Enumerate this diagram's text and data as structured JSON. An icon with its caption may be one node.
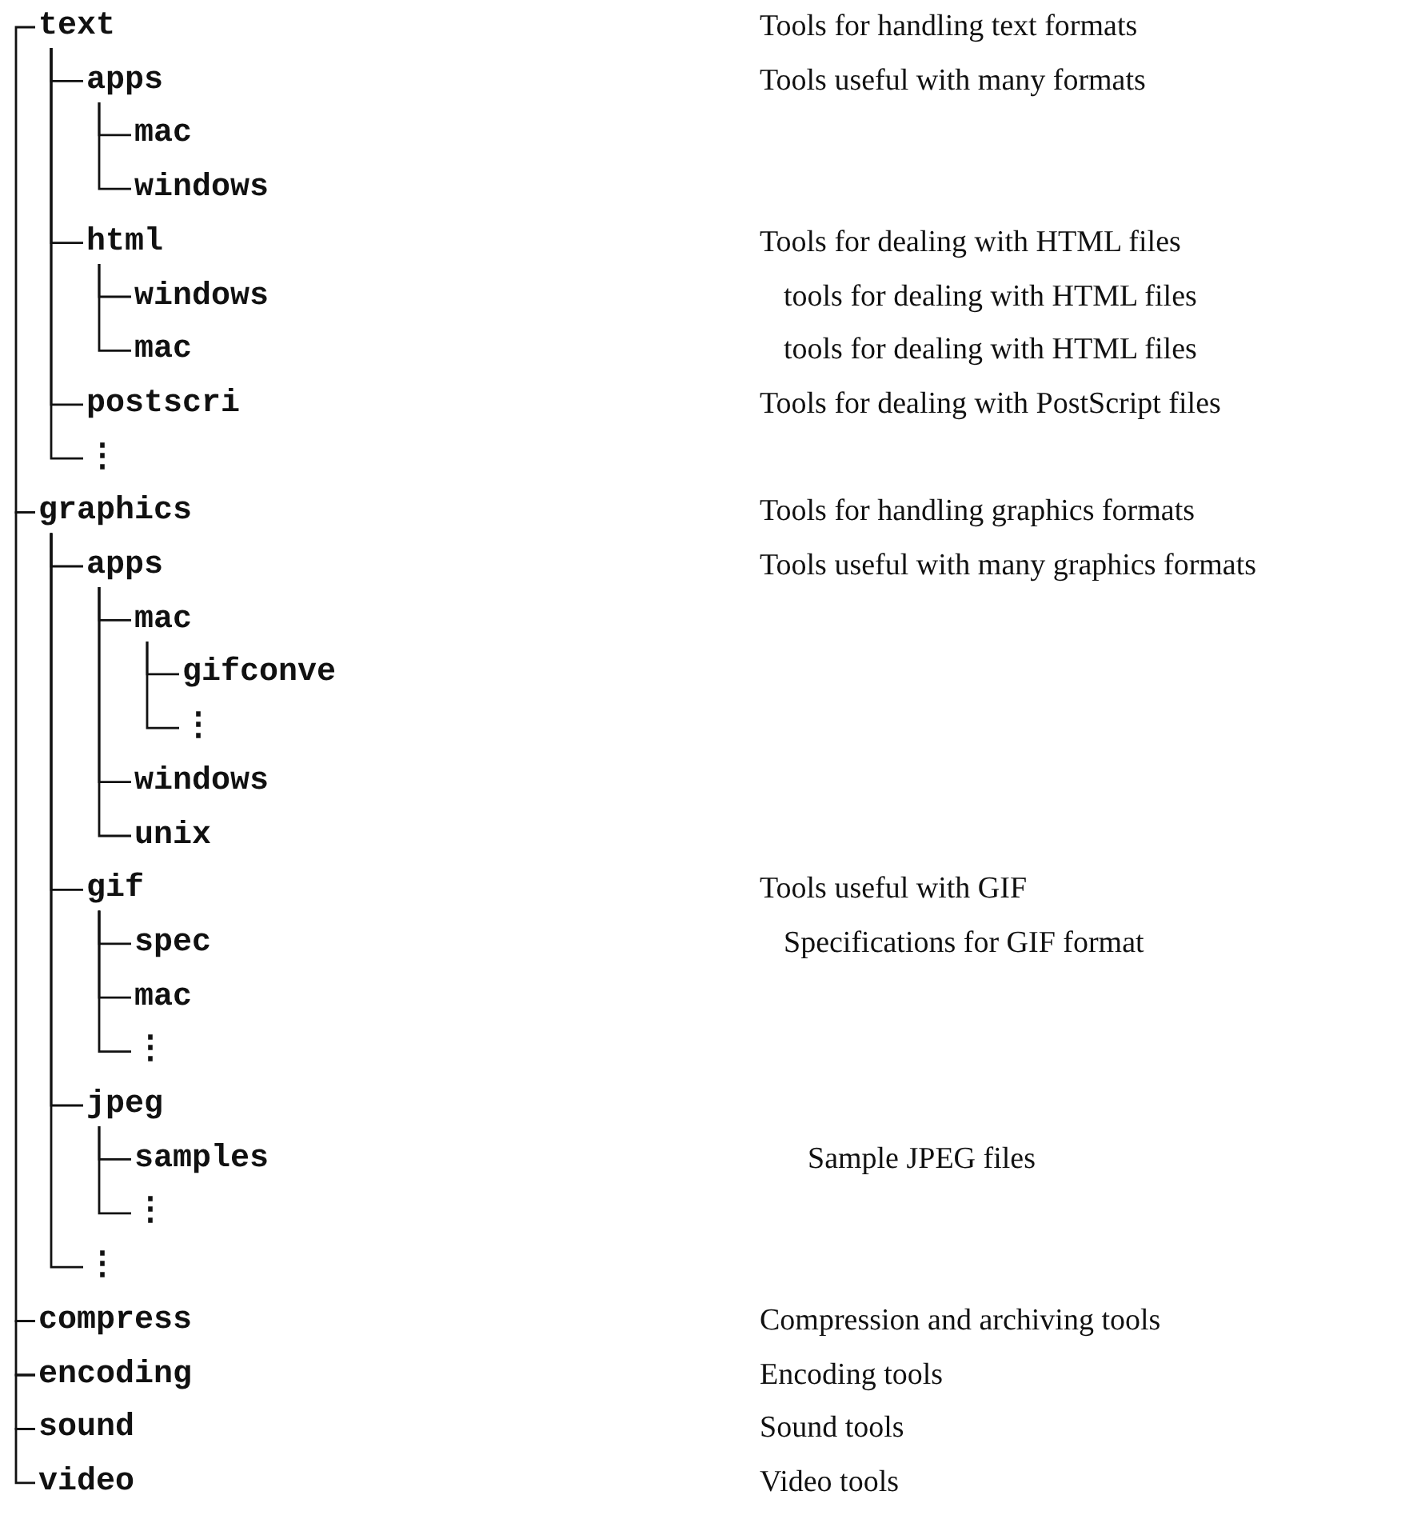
{
  "diagram": {
    "nodes": [
      {
        "text": [
          "text"
        ]
      },
      {
        "text": [
          "apps"
        ]
      },
      {
        "text": [
          "mac"
        ]
      },
      {
        "text": [
          "windows"
        ]
      },
      {
        "text": [
          "html"
        ]
      },
      {
        "text": [
          "windows"
        ]
      },
      {
        "text": [
          "mac"
        ]
      },
      {
        "text": [
          "postscri"
        ]
      },
      {
        "text": [
          "⋮"
        ]
      },
      {
        "text": [
          "graphics"
        ]
      },
      {
        "text": [
          "apps"
        ]
      },
      {
        "text": [
          "mac"
        ]
      },
      {
        "text": [
          "gifconve"
        ]
      },
      {
        "text": [
          "⋮"
        ]
      },
      {
        "text": [
          "windows"
        ]
      },
      {
        "text": [
          "unix"
        ]
      },
      {
        "text": [
          "gif"
        ]
      },
      {
        "text": [
          "spec"
        ]
      },
      {
        "text": [
          "mac"
        ]
      },
      {
        "text": [
          "⋮"
        ]
      },
      {
        "text": [
          "jpeg"
        ]
      },
      {
        "text": [
          "samples"
        ]
      },
      {
        "text": [
          "⋮"
        ]
      },
      {
        "text": [
          "⋮"
        ]
      },
      {
        "text": [
          "compress"
        ]
      },
      {
        "text": [
          "encoding"
        ]
      },
      {
        "text": [
          "sound"
        ]
      },
      {
        "text": [
          "video"
        ]
      }
    ],
    "edges": [
      {
        "from": 0,
        "to": 9,
        "arrow": "none"
      },
      {
        "from": 9,
        "to": 24,
        "arrow": "none"
      },
      {
        "from": 24,
        "to": 25,
        "arrow": "none"
      },
      {
        "from": 25,
        "to": 26,
        "arrow": "none"
      },
      {
        "from": 26,
        "to": 27,
        "arrow": "none"
      },
      {
        "from": 0,
        "to": 1,
        "arrow": "none"
      },
      {
        "from": 0,
        "to": 4,
        "arrow": "none"
      },
      {
        "from": 0,
        "to": 7,
        "arrow": "none"
      },
      {
        "from": 0,
        "to": 8,
        "arrow": "none"
      },
      {
        "from": 1,
        "to": 2,
        "arrow": "none"
      },
      {
        "from": 1,
        "to": 3,
        "arrow": "none"
      },
      {
        "from": 4,
        "to": 5,
        "arrow": "none"
      },
      {
        "from": 4,
        "to": 6,
        "arrow": "none"
      },
      {
        "from": 9,
        "to": 10,
        "arrow": "none"
      },
      {
        "from": 9,
        "to": 16,
        "arrow": "none"
      },
      {
        "from": 9,
        "to": 20,
        "arrow": "none"
      },
      {
        "from": 9,
        "to": 23,
        "arrow": "none"
      },
      {
        "from": 10,
        "to": 11,
        "arrow": "none"
      },
      {
        "from": 10,
        "to": 14,
        "arrow": "none"
      },
      {
        "from": 10,
        "to": 15,
        "arrow": "none"
      },
      {
        "from": 11,
        "to": 12,
        "arrow": "none"
      },
      {
        "from": 11,
        "to": 13,
        "arrow": "none"
      },
      {
        "from": 16,
        "to": 17,
        "arrow": "none"
      },
      {
        "from": 16,
        "to": 18,
        "arrow": "none"
      },
      {
        "from": 16,
        "to": 19,
        "arrow": "none"
      },
      {
        "from": 20,
        "to": 21,
        "arrow": "none"
      },
      {
        "from": 20,
        "to": 22,
        "arrow": "none"
      }
    ],
    "labels": [
      "Tools for handling text formats",
      "Tools useful with many formats",
      "Tools for dealing with HTML files",
      "tools for dealing with HTML files",
      "tools for dealing with HTML files",
      "Tools for dealing with PostScript files",
      "Tools for handling graphics formats",
      "Tools useful with many graphics formats",
      "Tools useful with GIF",
      "Specifications for GIF format",
      "Sample JPEG files",
      "Compression and archiving tools",
      "Encoding tools",
      "Sound tools",
      "Video tools"
    ]
  }
}
